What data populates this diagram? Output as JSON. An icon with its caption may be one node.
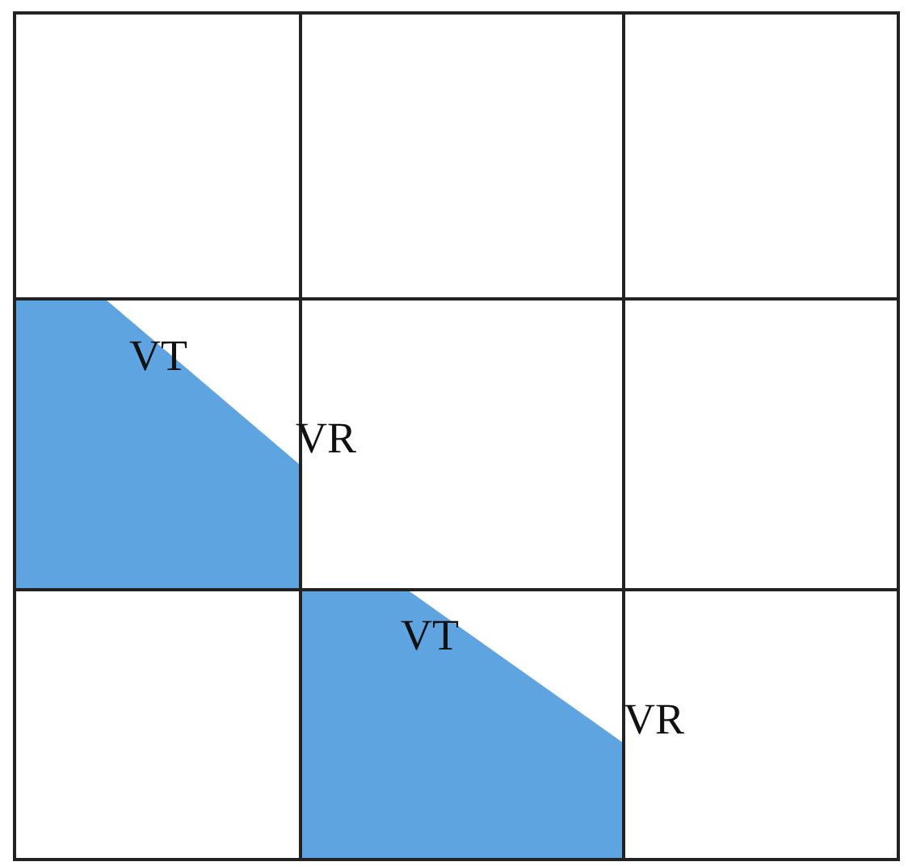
{
  "diagram": {
    "labels": [
      "VT",
      "VR",
      "VT",
      "VR"
    ]
  }
}
